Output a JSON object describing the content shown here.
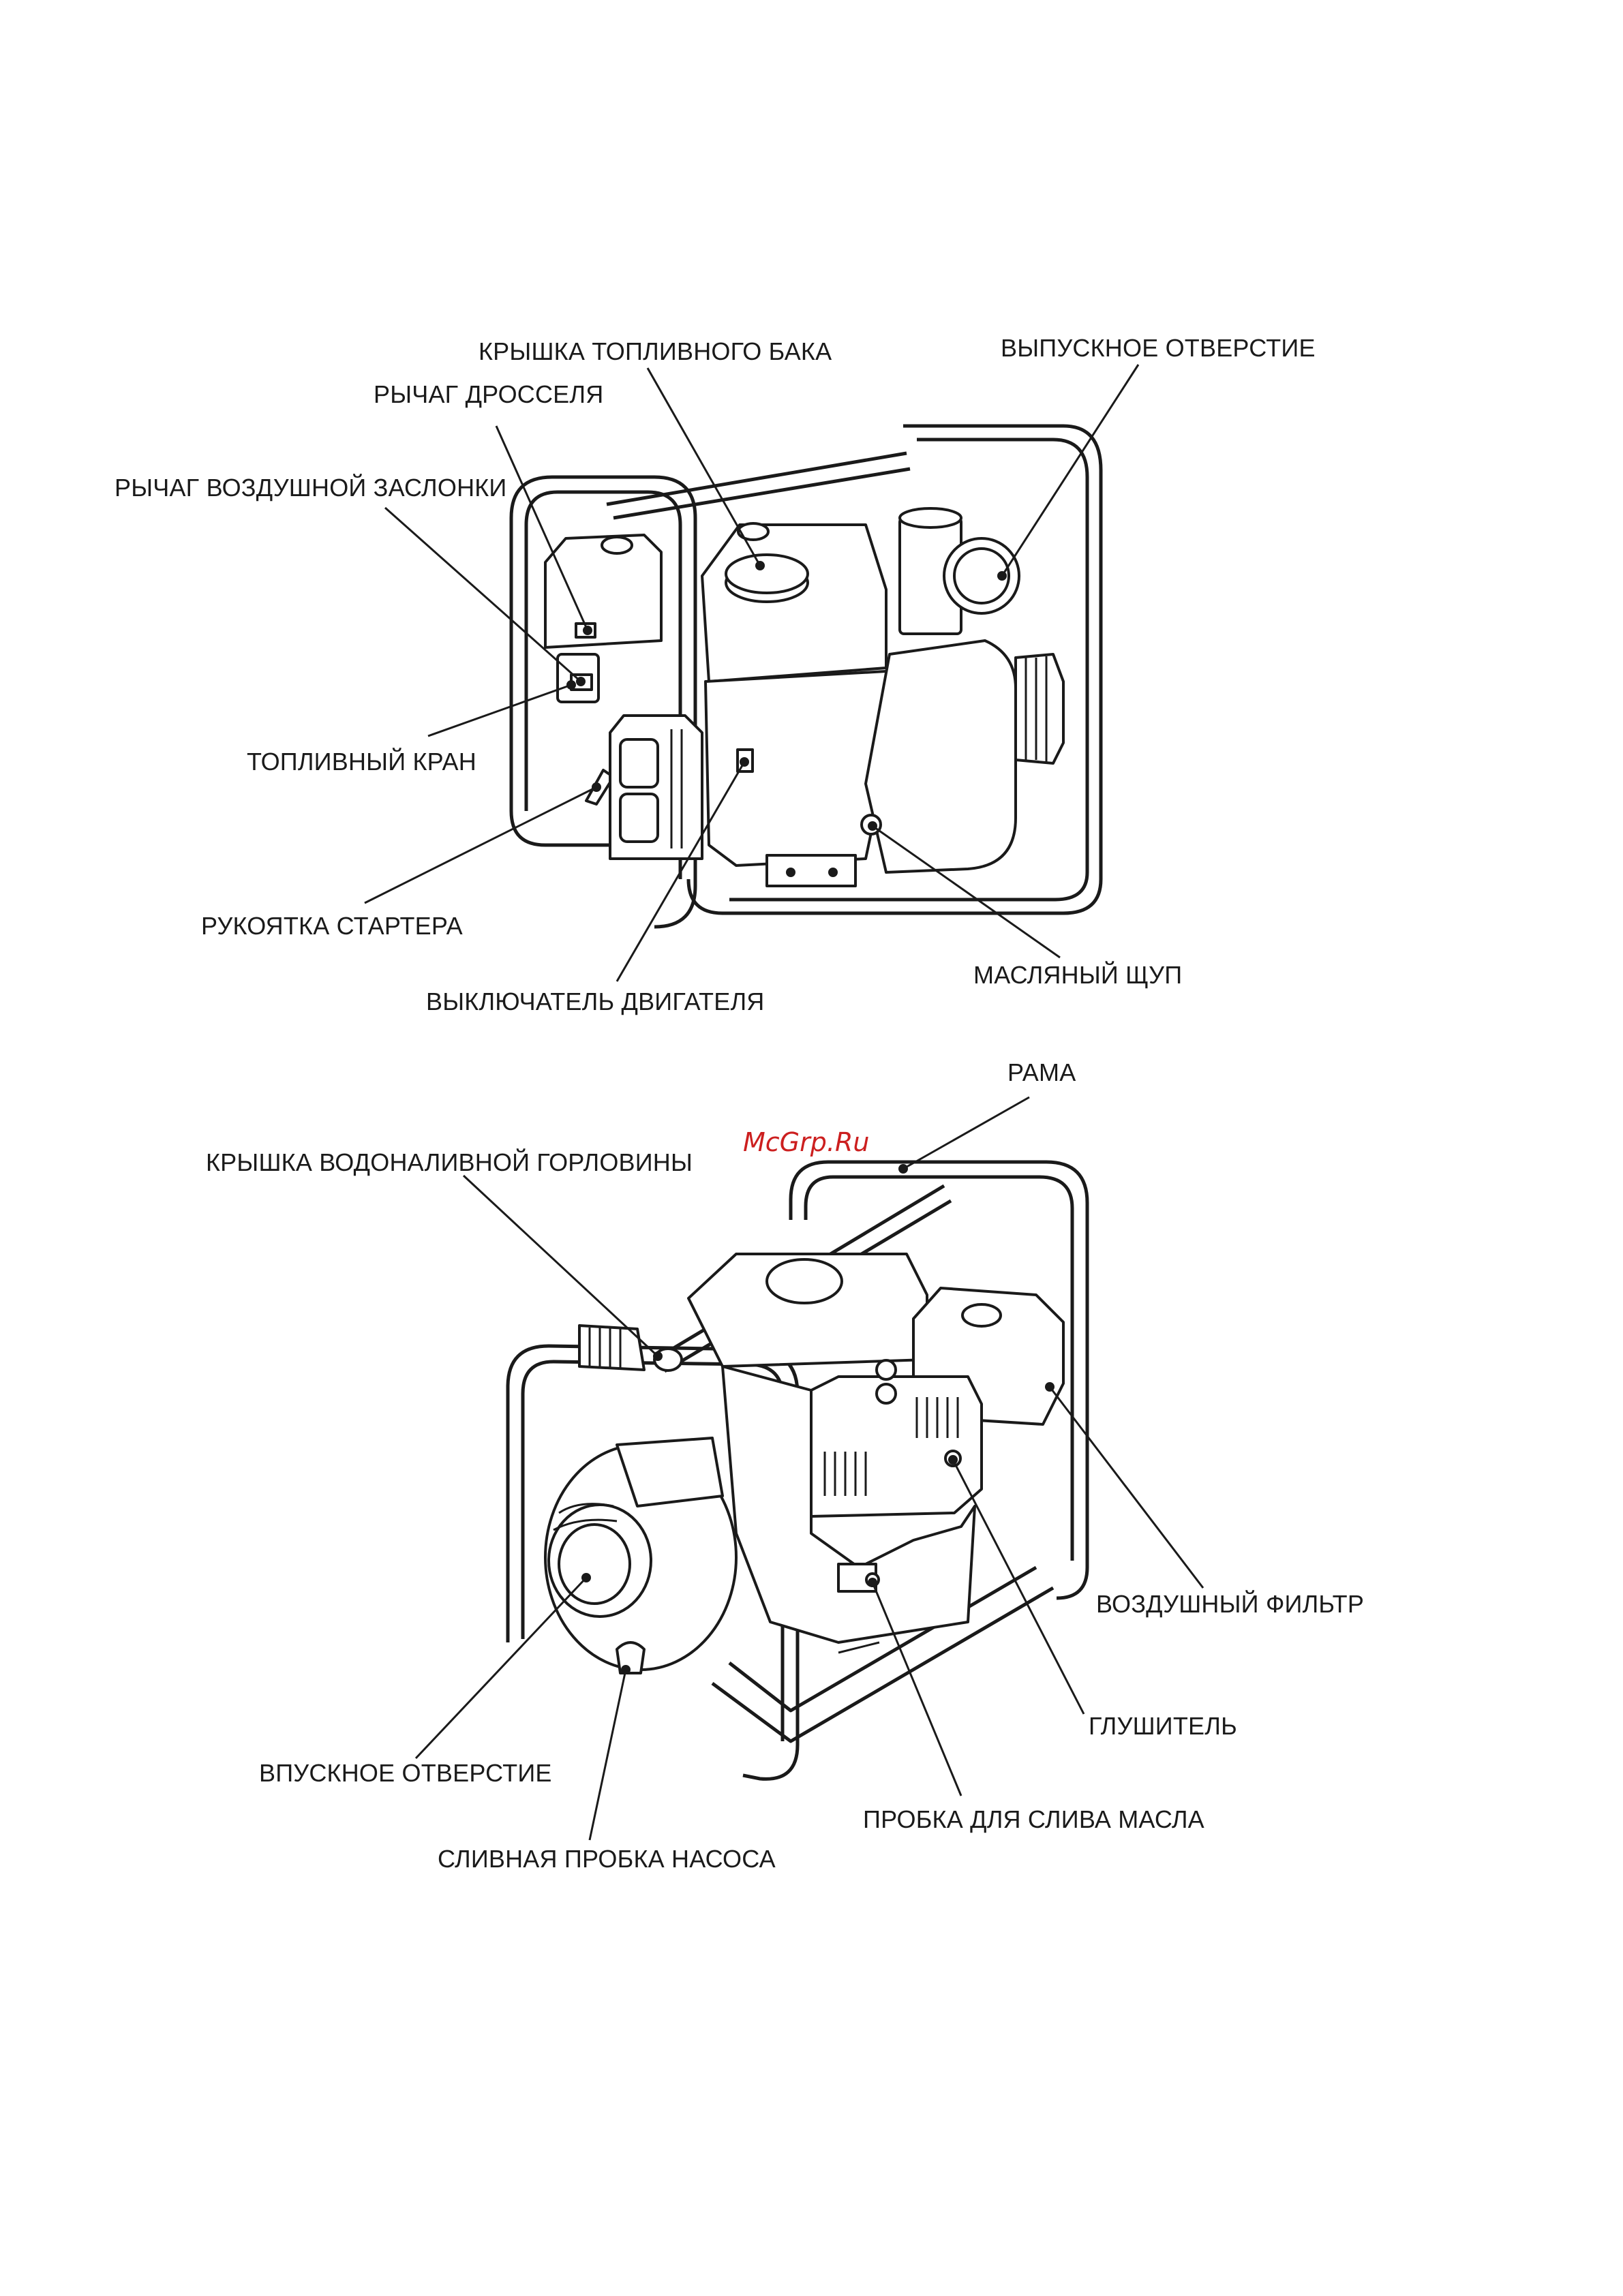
{
  "watermark": "McGrp.Ru",
  "top_view": {
    "labels": {
      "fuel_cap": "КРЫШКА ТОПЛИВНОГО БАКА",
      "outlet": "ВЫПУСКНОЕ ОТВЕРСТИЕ",
      "throttle_lever": "РЫЧАГ ДРОССЕЛЯ",
      "choke_lever": "РЫЧАГ ВОЗДУШНОЙ ЗАСЛОНКИ",
      "fuel_valve": "ТОПЛИВНЫЙ КРАН",
      "starter_grip": "РУКОЯТКА СТАРТЕРА",
      "engine_switch": "ВЫКЛЮЧАТЕЛЬ ДВИГАТЕЛЯ",
      "oil_dipstick": "МАСЛЯНЫЙ ЩУП"
    }
  },
  "bottom_view": {
    "labels": {
      "frame": "РАМА",
      "priming_cap": "КРЫШКА ВОДОНАЛИВНОЙ ГОРЛОВИНЫ",
      "air_filter": "ВОЗДУШНЫЙ ФИЛЬТР",
      "muffler": "ГЛУШИТЕЛЬ",
      "inlet": "ВПУСКНОЕ ОТВЕРСТИЕ",
      "oil_drain_plug": "ПРОБКА ДЛЯ СЛИВА МАСЛА",
      "pump_drain_plug": "СЛИВНАЯ ПРОБКА НАСОСА"
    }
  }
}
